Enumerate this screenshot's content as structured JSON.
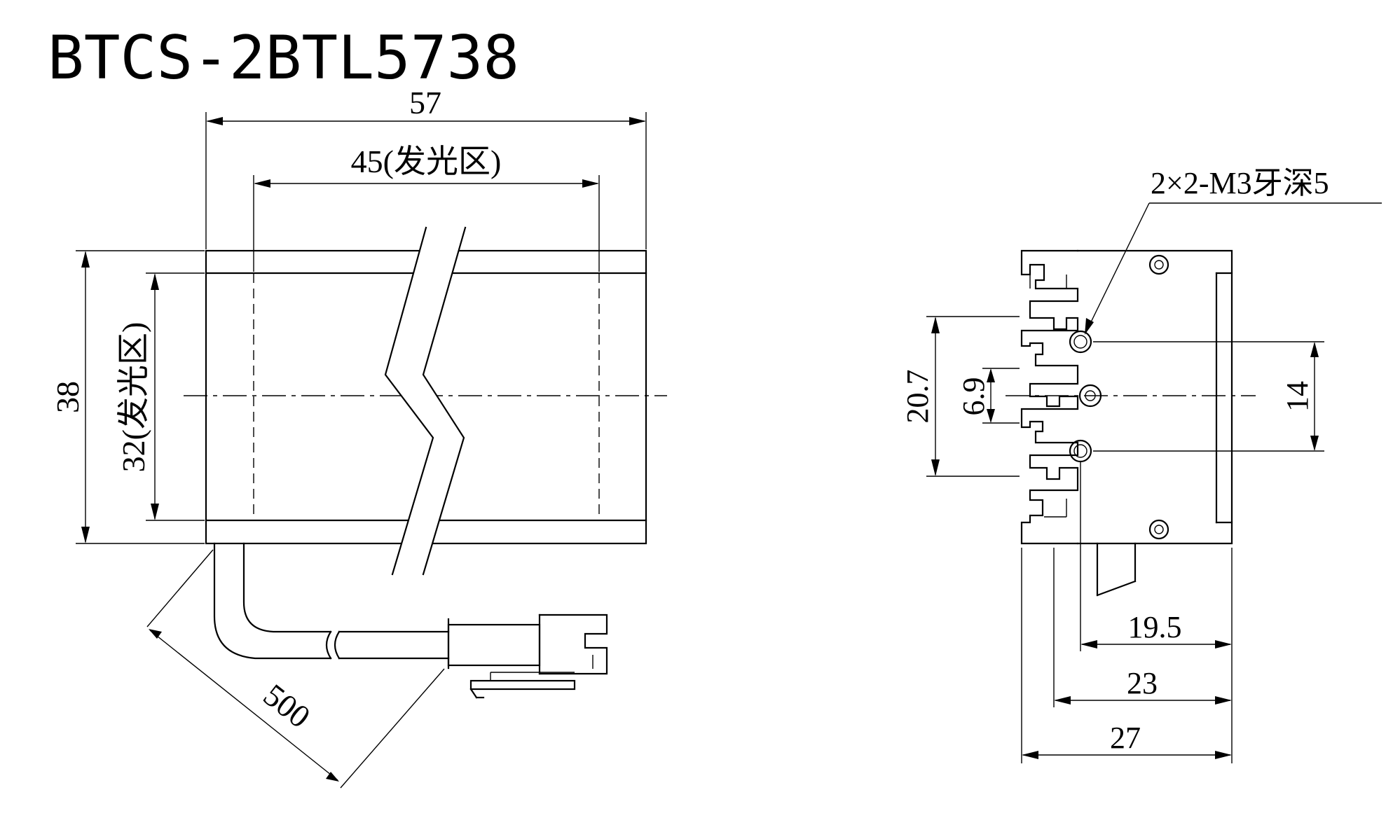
{
  "title": "BTCS-2BTL5738",
  "front_view": {
    "overall_length": "57",
    "emitting_length": "45(发光区)",
    "overall_height": "38",
    "emitting_height": "32(发光区)",
    "cable_length": "500"
  },
  "side_view": {
    "thread_note": "2×2-M3牙深5",
    "slot_spacing": "20.7",
    "slot_pitch": "6.9",
    "hole_spacing": "14",
    "depth_emitting": "19.5",
    "depth_body": "23",
    "depth_overall": "27"
  }
}
